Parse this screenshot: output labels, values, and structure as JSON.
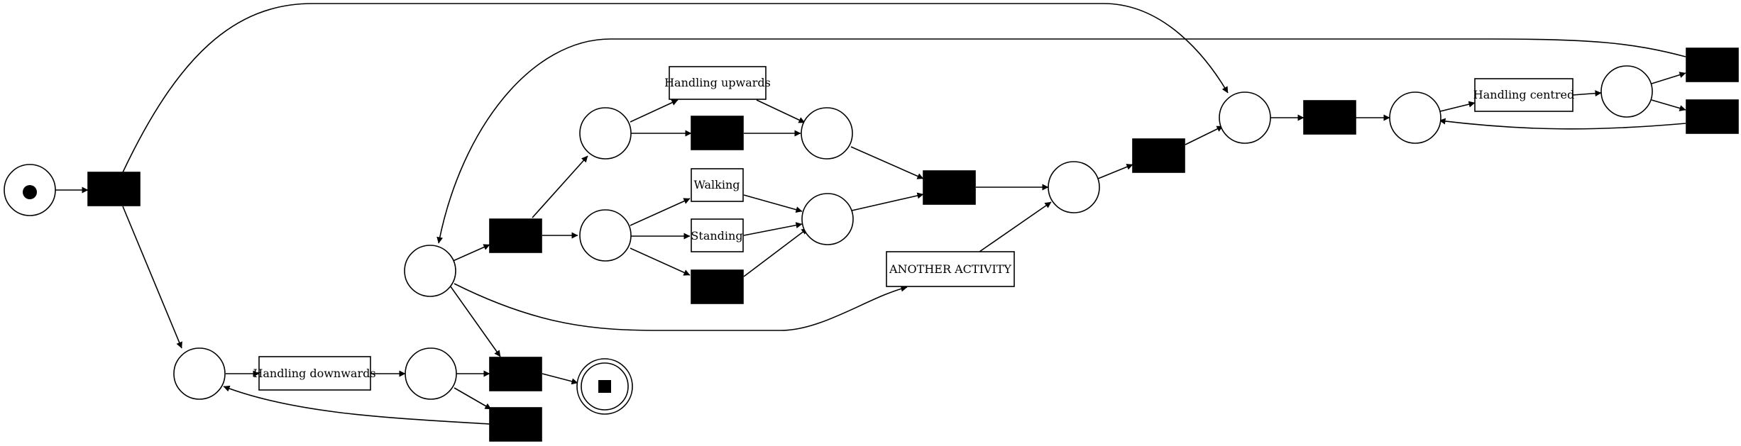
{
  "activities": {
    "handling_upwards": "Handling upwards",
    "walking": "Walking",
    "standing": "Standing",
    "another_activity": "ANOTHER ACTIVITY",
    "handling_centred": "Handling centred",
    "handling_downwards": "Handling downwards"
  },
  "colors": {
    "stroke": "#000000",
    "silent_fill": "#000000",
    "background": "#ffffff"
  }
}
